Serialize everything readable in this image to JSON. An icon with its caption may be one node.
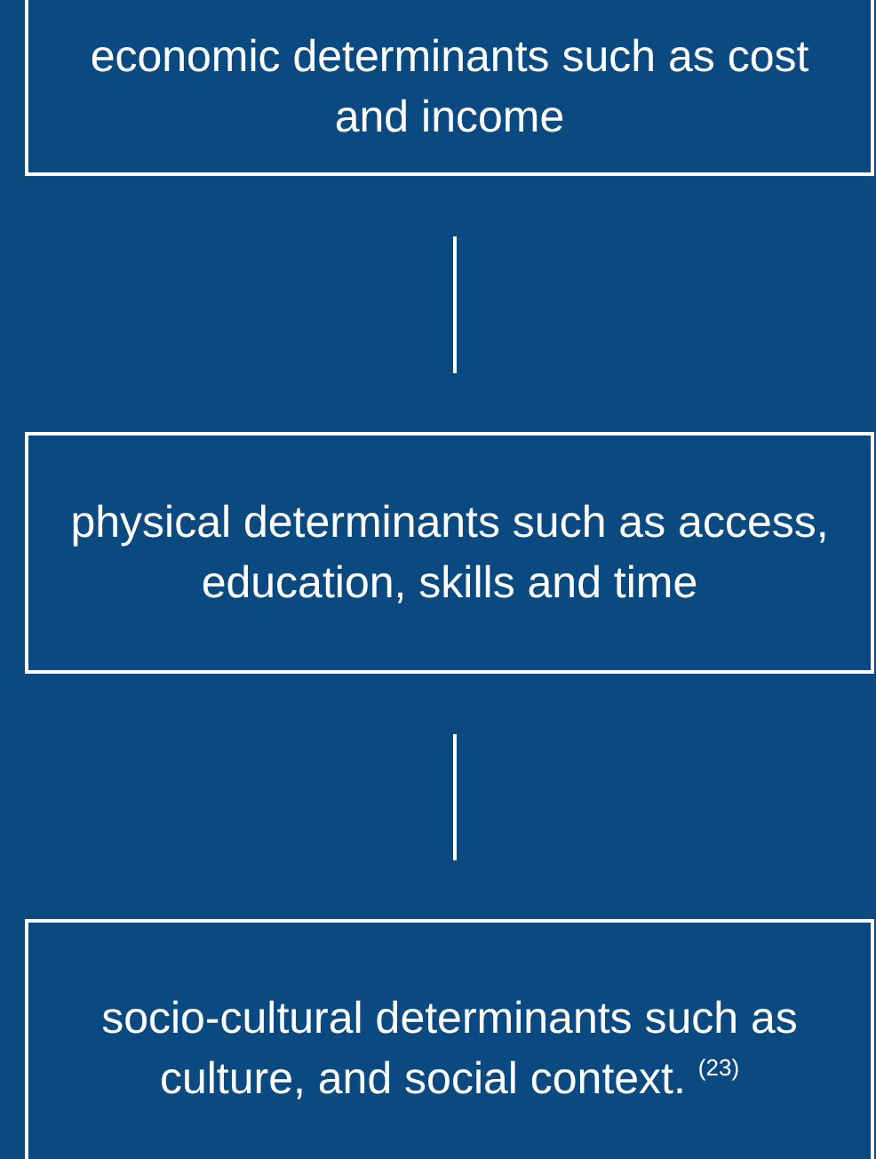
{
  "diagram": {
    "nodes": [
      {
        "text": [
          "economic determinants such as cost and income"
        ]
      },
      {
        "text": [
          "physical determinants such as access, education, skills and time"
        ]
      },
      {
        "text": [
          "socio-cultural determinants such as culture, and social context. $^{(23)}$"
        ]
      }
    ],
    "edges": [
      {
        "from": 0,
        "to": 1,
        "arrow": "none"
      },
      {
        "from": 1,
        "to": 2,
        "arrow": "none"
      }
    ]
  }
}
